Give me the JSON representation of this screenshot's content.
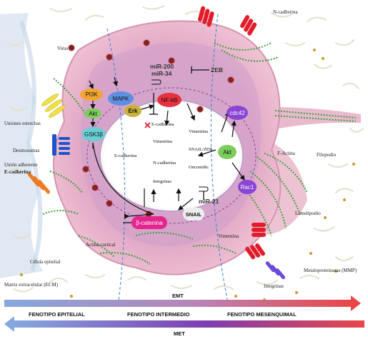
{
  "labels": {
    "n_cadherina": "N-cadherina",
    "virus": "Virus",
    "uniones_estrechas": "Uniones estrechas",
    "desmosomas": "Desmosomas",
    "union_adherente_1": "Unión adherente",
    "union_adherente_2": "E-cadherina",
    "f_actina": "F-Actina",
    "filopodio": "Filopodio",
    "lamelipodio": "Lamelipodio",
    "vimentina_outer": "Vimentina",
    "actina_cortical": "Actina cortical",
    "celula_epitelial": "Célula epitelial",
    "metaloproteinasas": "Metaloproteinasas (MMP)",
    "integrinas_outer": "Integrinas",
    "ecm": "Matriz extracelular (ECM)"
  },
  "nodes": {
    "pi3k": "PI3K",
    "akt_left": "Akt",
    "gsk3b": "GSK3β",
    "mapk": "MAPK",
    "erk": "Erk",
    "nfkb": "NF-kB",
    "cdc42": "cdc42",
    "akt_right": "Akt",
    "rac1": "Rac1",
    "beta_catenina": "β-catenina",
    "snail": "SNAIL",
    "zeb": "ZEB",
    "mir200": "miR-200",
    "mir34": "miR-34",
    "mir21": "miR-21"
  },
  "genes": {
    "e_cadherina_top": "E-cadherina",
    "vimentina_left": "Vimentina",
    "e_cadherina_left": "E-cadherina",
    "n_cadherina_left": "N-cadherina",
    "integrinas_center": "Integrinas",
    "vimentina_right": "Vimentina",
    "snail_zeb": "SNAIL/ZEB",
    "oncomirs": "OncomiRs"
  },
  "bars": {
    "emt": "EMT",
    "fenotipo_epitelial": "FENOTIPO EPITELIAL",
    "fenotipo_intermedio": "FENOTIPO INTERMEDIO",
    "fenotipo_mesenquimal": "FENOTIPO MESENQUIMAL",
    "met": "MET"
  },
  "colors": {
    "pi3k": "#f2a531",
    "akt": "#7ccd5b",
    "gsk3b": "#6ccfd4",
    "mapk": "#5f8fe0",
    "erk": "#c9b23a",
    "nfkb": "#e6323e",
    "cdc42": "#8a44d6",
    "rac1": "#8a44d6",
    "beta_catenina": "#e3268e",
    "cell_outer": "#e4a9c2",
    "cell_inner": "#c99fc9",
    "nucleus": "#ffffff",
    "emt_start": "#7fa6df",
    "emt_end": "#e84848",
    "met_start": "#7fa6df",
    "met_end": "#e84848"
  }
}
